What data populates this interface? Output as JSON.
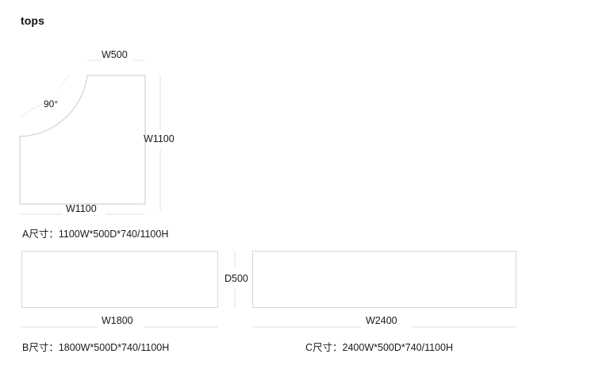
{
  "page": {
    "title": "tops",
    "background_color": "#ffffff",
    "line_color": "#c9c9c9",
    "dimension_line_color": "#e2e2e2",
    "text_color": "#1a1a1a"
  },
  "parts": [
    {
      "id": "A",
      "shape": "quarter-round-corner",
      "dimension_labels": {
        "top": "W500",
        "right": "W1100",
        "bottom": "W1100",
        "angle": "90°"
      },
      "caption": "A尺寸：1100W*500D*740/1100H"
    },
    {
      "id": "B",
      "shape": "rectangle",
      "dimension_labels": {
        "bottom": "W1800",
        "depth": "D500"
      },
      "caption": "B尺寸：1800W*500D*740/1100H"
    },
    {
      "id": "C",
      "shape": "rectangle",
      "dimension_labels": {
        "bottom": "W2400"
      },
      "caption": "C尺寸：2400W*500D*740/1100H"
    }
  ]
}
